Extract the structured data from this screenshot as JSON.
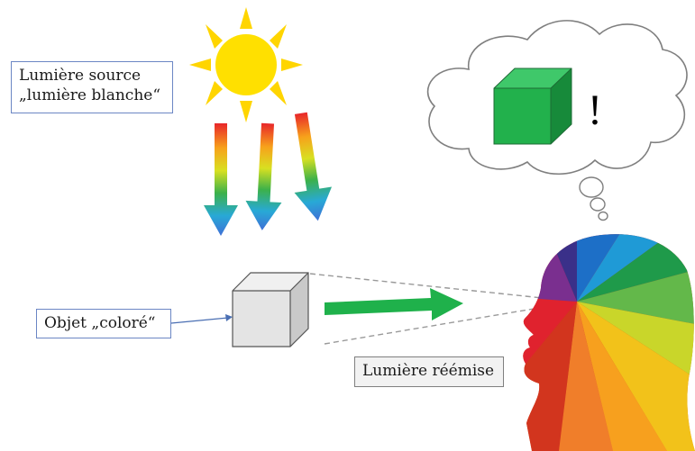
{
  "labels": {
    "source_line1": "Lumière source",
    "source_line2": "„lumière blanche“",
    "object": "Objet „coloré“",
    "reemitted": "Lumière réémise",
    "thought_mark": "!"
  },
  "colors": {
    "sun": "#ffe000",
    "sun_rays": "#ffd500",
    "box_border": "#6b86c4",
    "reemitted_arrow": "#1fb14b",
    "object_cube": "#e4e4e4",
    "thought_cube": "#22b14c"
  }
}
